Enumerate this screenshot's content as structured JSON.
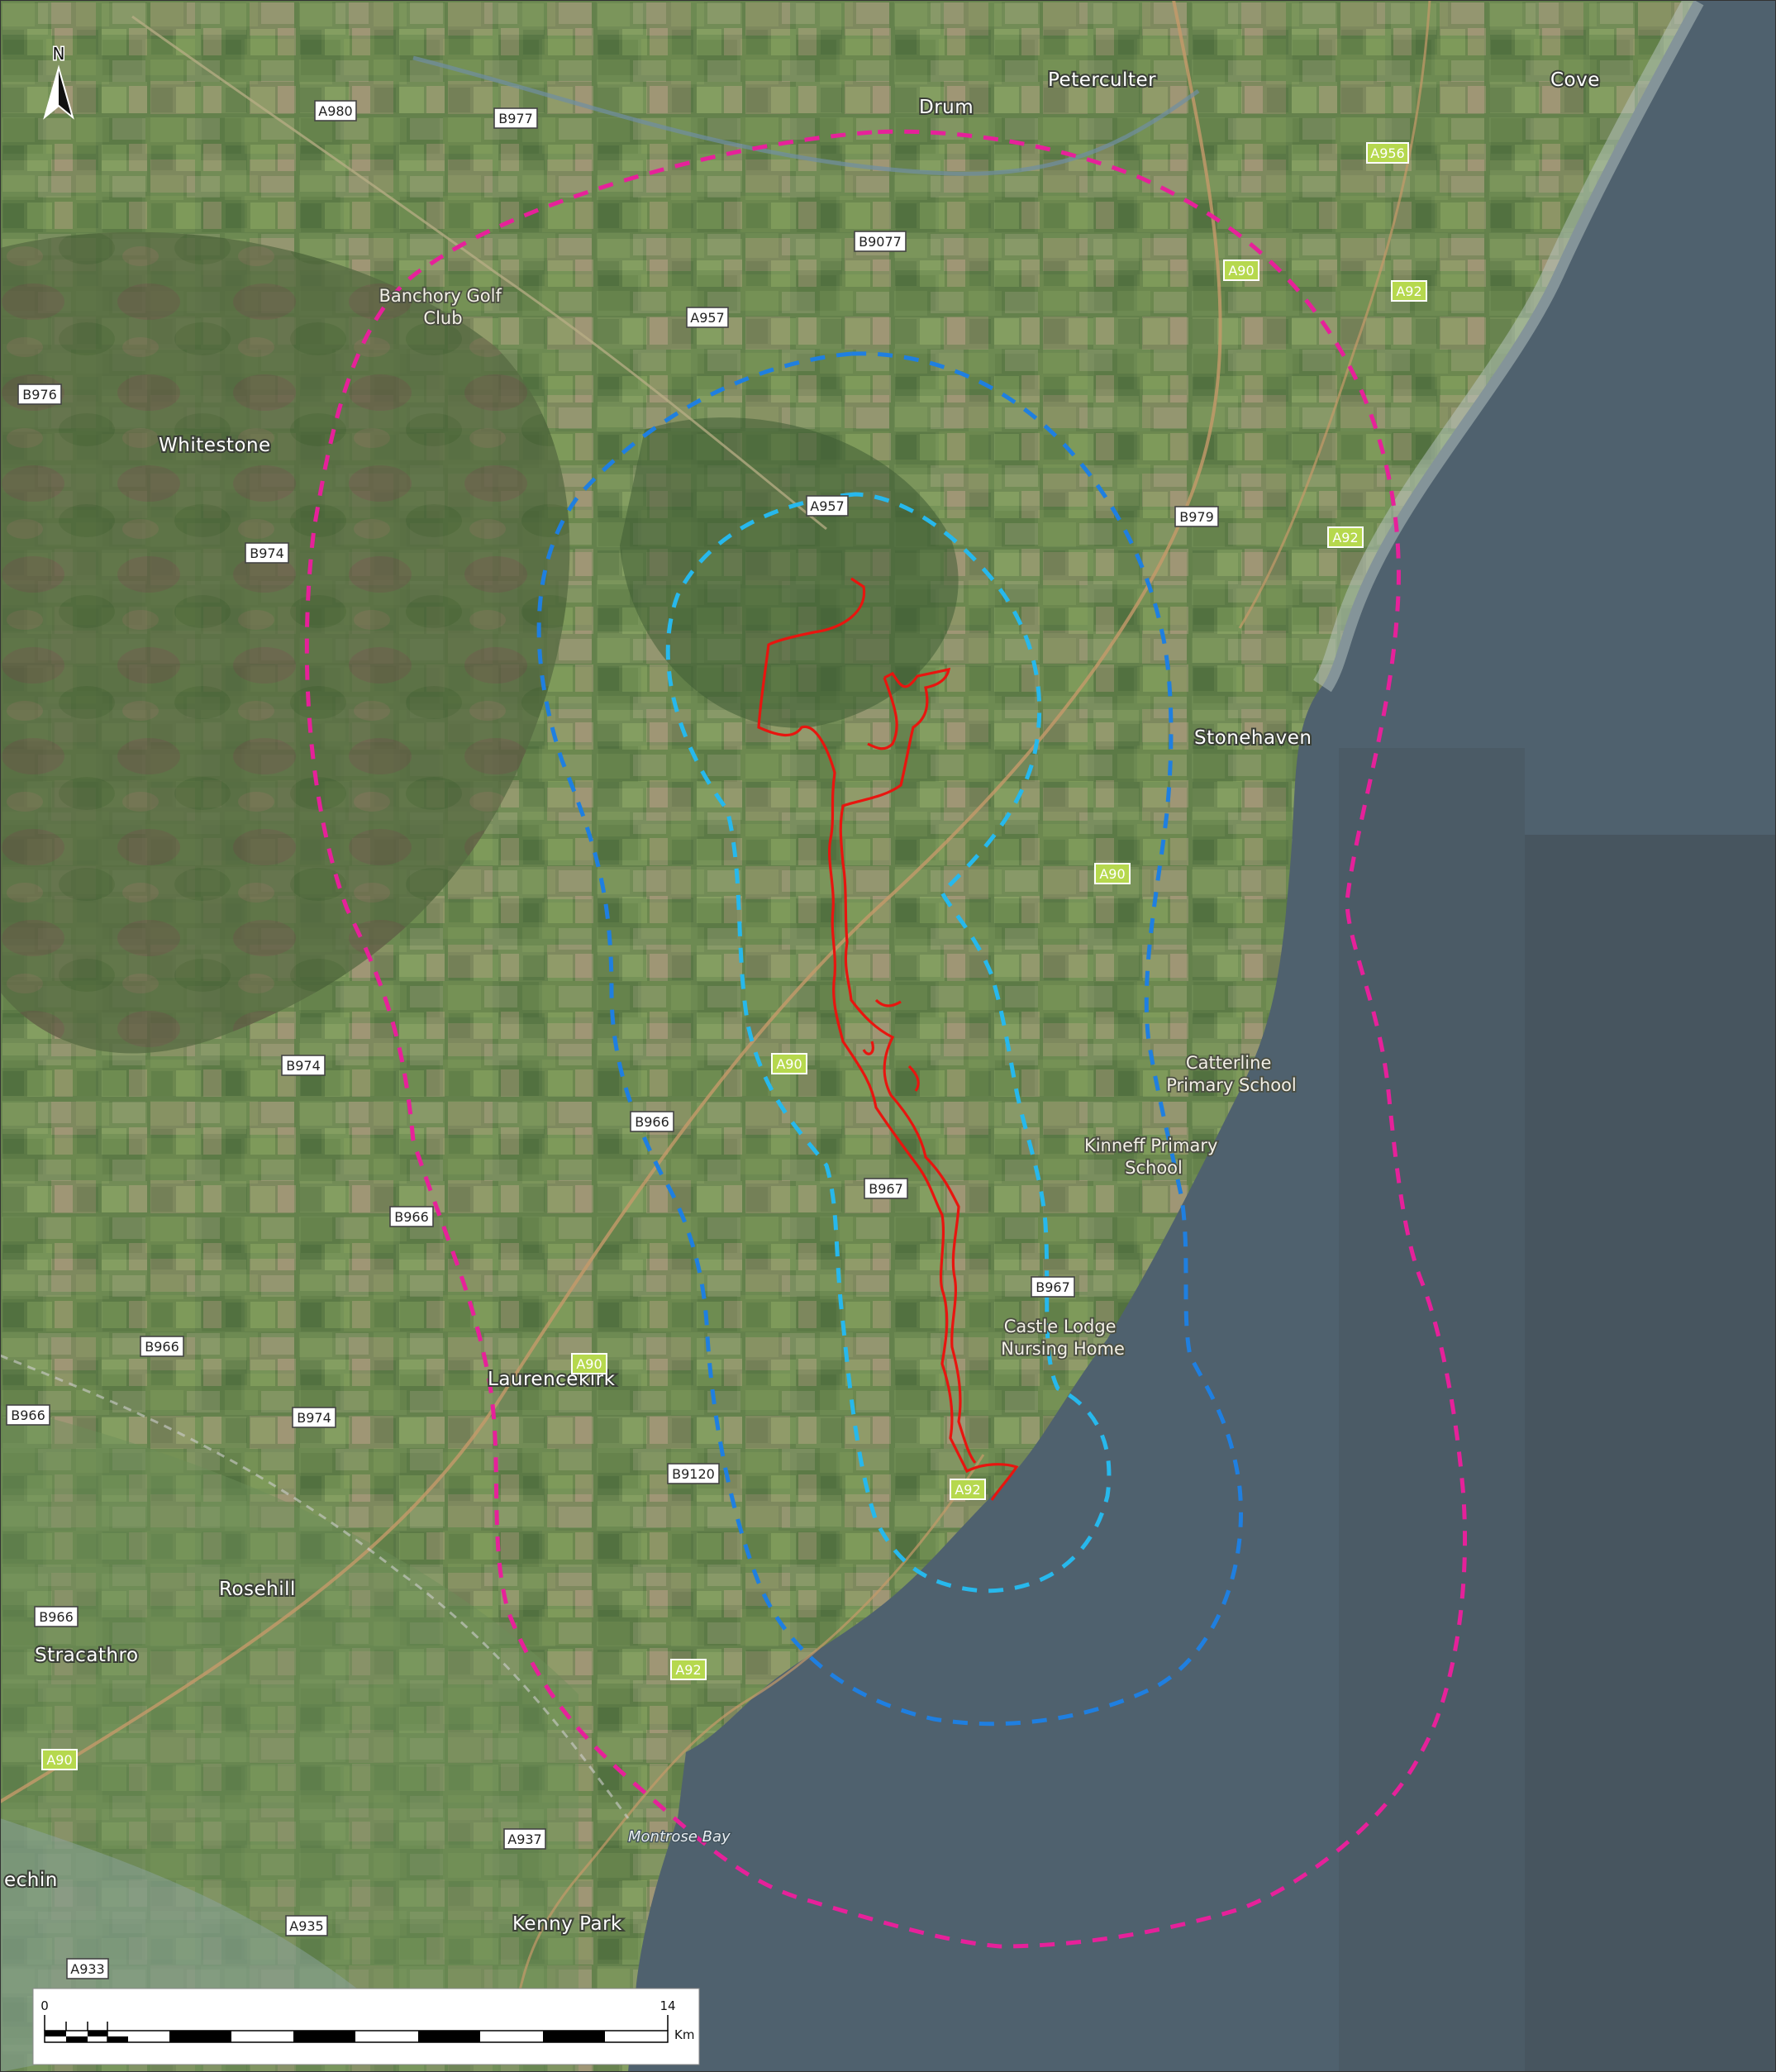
{
  "map": {
    "north_arrow": "N",
    "places": [
      {
        "id": "drum",
        "text": "Drum"
      },
      {
        "id": "peterculter",
        "text": "Peterculter"
      },
      {
        "id": "cove",
        "text": "Cove"
      },
      {
        "id": "whitestone",
        "text": "Whitestone"
      },
      {
        "id": "stonehaven",
        "text": "Stonehaven"
      },
      {
        "id": "laurencekirk",
        "text": "Laurencekirk"
      },
      {
        "id": "rosehill",
        "text": "Rosehill"
      },
      {
        "id": "stracathro",
        "text": "Stracathro"
      },
      {
        "id": "kenny-park",
        "text": "Kenny Park"
      },
      {
        "id": "brechin",
        "text": "echin"
      }
    ],
    "pois": [
      {
        "id": "banchory-golf",
        "lines": [
          "Banchory Golf",
          "Club"
        ]
      },
      {
        "id": "catterline",
        "lines": [
          "Catterline",
          "Primary School"
        ]
      },
      {
        "id": "kinneff",
        "lines": [
          "Kinneff Primary",
          "School"
        ]
      },
      {
        "id": "castle-lodge",
        "lines": [
          "Castle Lodge",
          "Nursing Home"
        ]
      }
    ],
    "water_labels": [
      {
        "id": "montrose-bay",
        "text": "Montrose Bay"
      }
    ],
    "roads": [
      {
        "id": "a980",
        "ref": "A980",
        "class": "B"
      },
      {
        "id": "b977",
        "ref": "B977",
        "class": "B"
      },
      {
        "id": "b9077",
        "ref": "B9077",
        "class": "B"
      },
      {
        "id": "a957-n",
        "ref": "A957",
        "class": "B"
      },
      {
        "id": "a957-s",
        "ref": "A957",
        "class": "B"
      },
      {
        "id": "b976",
        "ref": "B976",
        "class": "B"
      },
      {
        "id": "b974-n",
        "ref": "B974",
        "class": "B"
      },
      {
        "id": "b974-m",
        "ref": "B974",
        "class": "B"
      },
      {
        "id": "b974-s",
        "ref": "B974",
        "class": "B"
      },
      {
        "id": "b979",
        "ref": "B979",
        "class": "B"
      },
      {
        "id": "b966-a",
        "ref": "B966",
        "class": "B"
      },
      {
        "id": "b966-b",
        "ref": "B966",
        "class": "B"
      },
      {
        "id": "b966-c",
        "ref": "B966",
        "class": "B"
      },
      {
        "id": "b966-d",
        "ref": "B966",
        "class": "B"
      },
      {
        "id": "b966-e",
        "ref": "B966",
        "class": "B"
      },
      {
        "id": "b967-a",
        "ref": "B967",
        "class": "B"
      },
      {
        "id": "b967-b",
        "ref": "B967",
        "class": "B"
      },
      {
        "id": "b9120",
        "ref": "B9120",
        "class": "B"
      },
      {
        "id": "a937",
        "ref": "A937",
        "class": "B"
      },
      {
        "id": "a935",
        "ref": "A935",
        "class": "B"
      },
      {
        "id": "a933",
        "ref": "A933",
        "class": "B"
      },
      {
        "id": "a956",
        "ref": "A956",
        "class": "A"
      },
      {
        "id": "a90-n",
        "ref": "A90",
        "class": "A"
      },
      {
        "id": "a92-n",
        "ref": "A92",
        "class": "A"
      },
      {
        "id": "a92-m",
        "ref": "A92",
        "class": "A"
      },
      {
        "id": "a90-m",
        "ref": "A90",
        "class": "A"
      },
      {
        "id": "a90-c",
        "ref": "A90",
        "class": "A"
      },
      {
        "id": "a90-l",
        "ref": "A90",
        "class": "A"
      },
      {
        "id": "a92-s",
        "ref": "A92",
        "class": "A"
      },
      {
        "id": "a92-ss",
        "ref": "A92",
        "class": "A"
      },
      {
        "id": "a90-sw",
        "ref": "A90",
        "class": "A"
      }
    ],
    "layers": {
      "outer_buffer_color": "#e6219a",
      "middle_buffer_color": "#1f7fe0",
      "inner_buffer_color": "#27b8ec",
      "route_color": "#e8150f",
      "sea_color": "#4f616e"
    },
    "scale_bar": {
      "start": "0",
      "end": "14",
      "unit": "Km"
    }
  }
}
